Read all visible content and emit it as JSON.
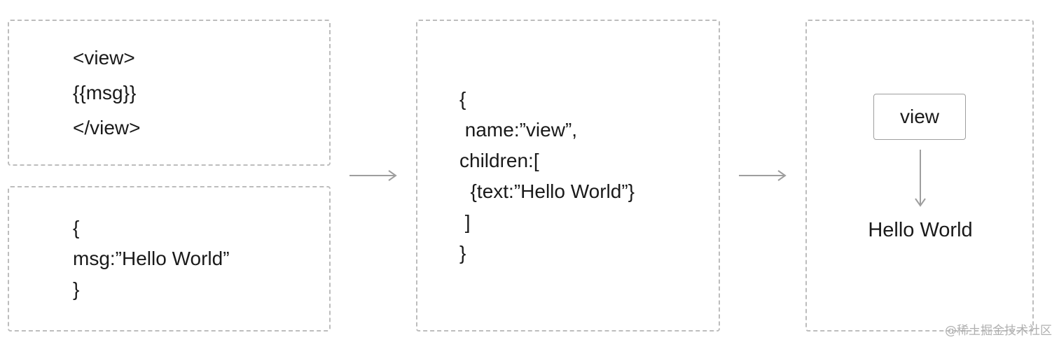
{
  "template_box": {
    "lines": [
      "<view>",
      "{{msg}}",
      "</view>"
    ]
  },
  "data_box": {
    "lines": [
      "{",
      "msg:”Hello World”",
      "}"
    ]
  },
  "vdom_box": {
    "lines": [
      "{",
      " name:”view”,",
      "children:[",
      "  {text:”Hello World”}",
      " ]",
      "}"
    ]
  },
  "render_box": {
    "node_label": "view",
    "text_label": "Hello World"
  },
  "watermark": "@稀土掘金技术社区",
  "colors": {
    "dashed_border": "#bdbdbd",
    "arrow": "#9e9e9e",
    "text": "#1a1a1a"
  }
}
